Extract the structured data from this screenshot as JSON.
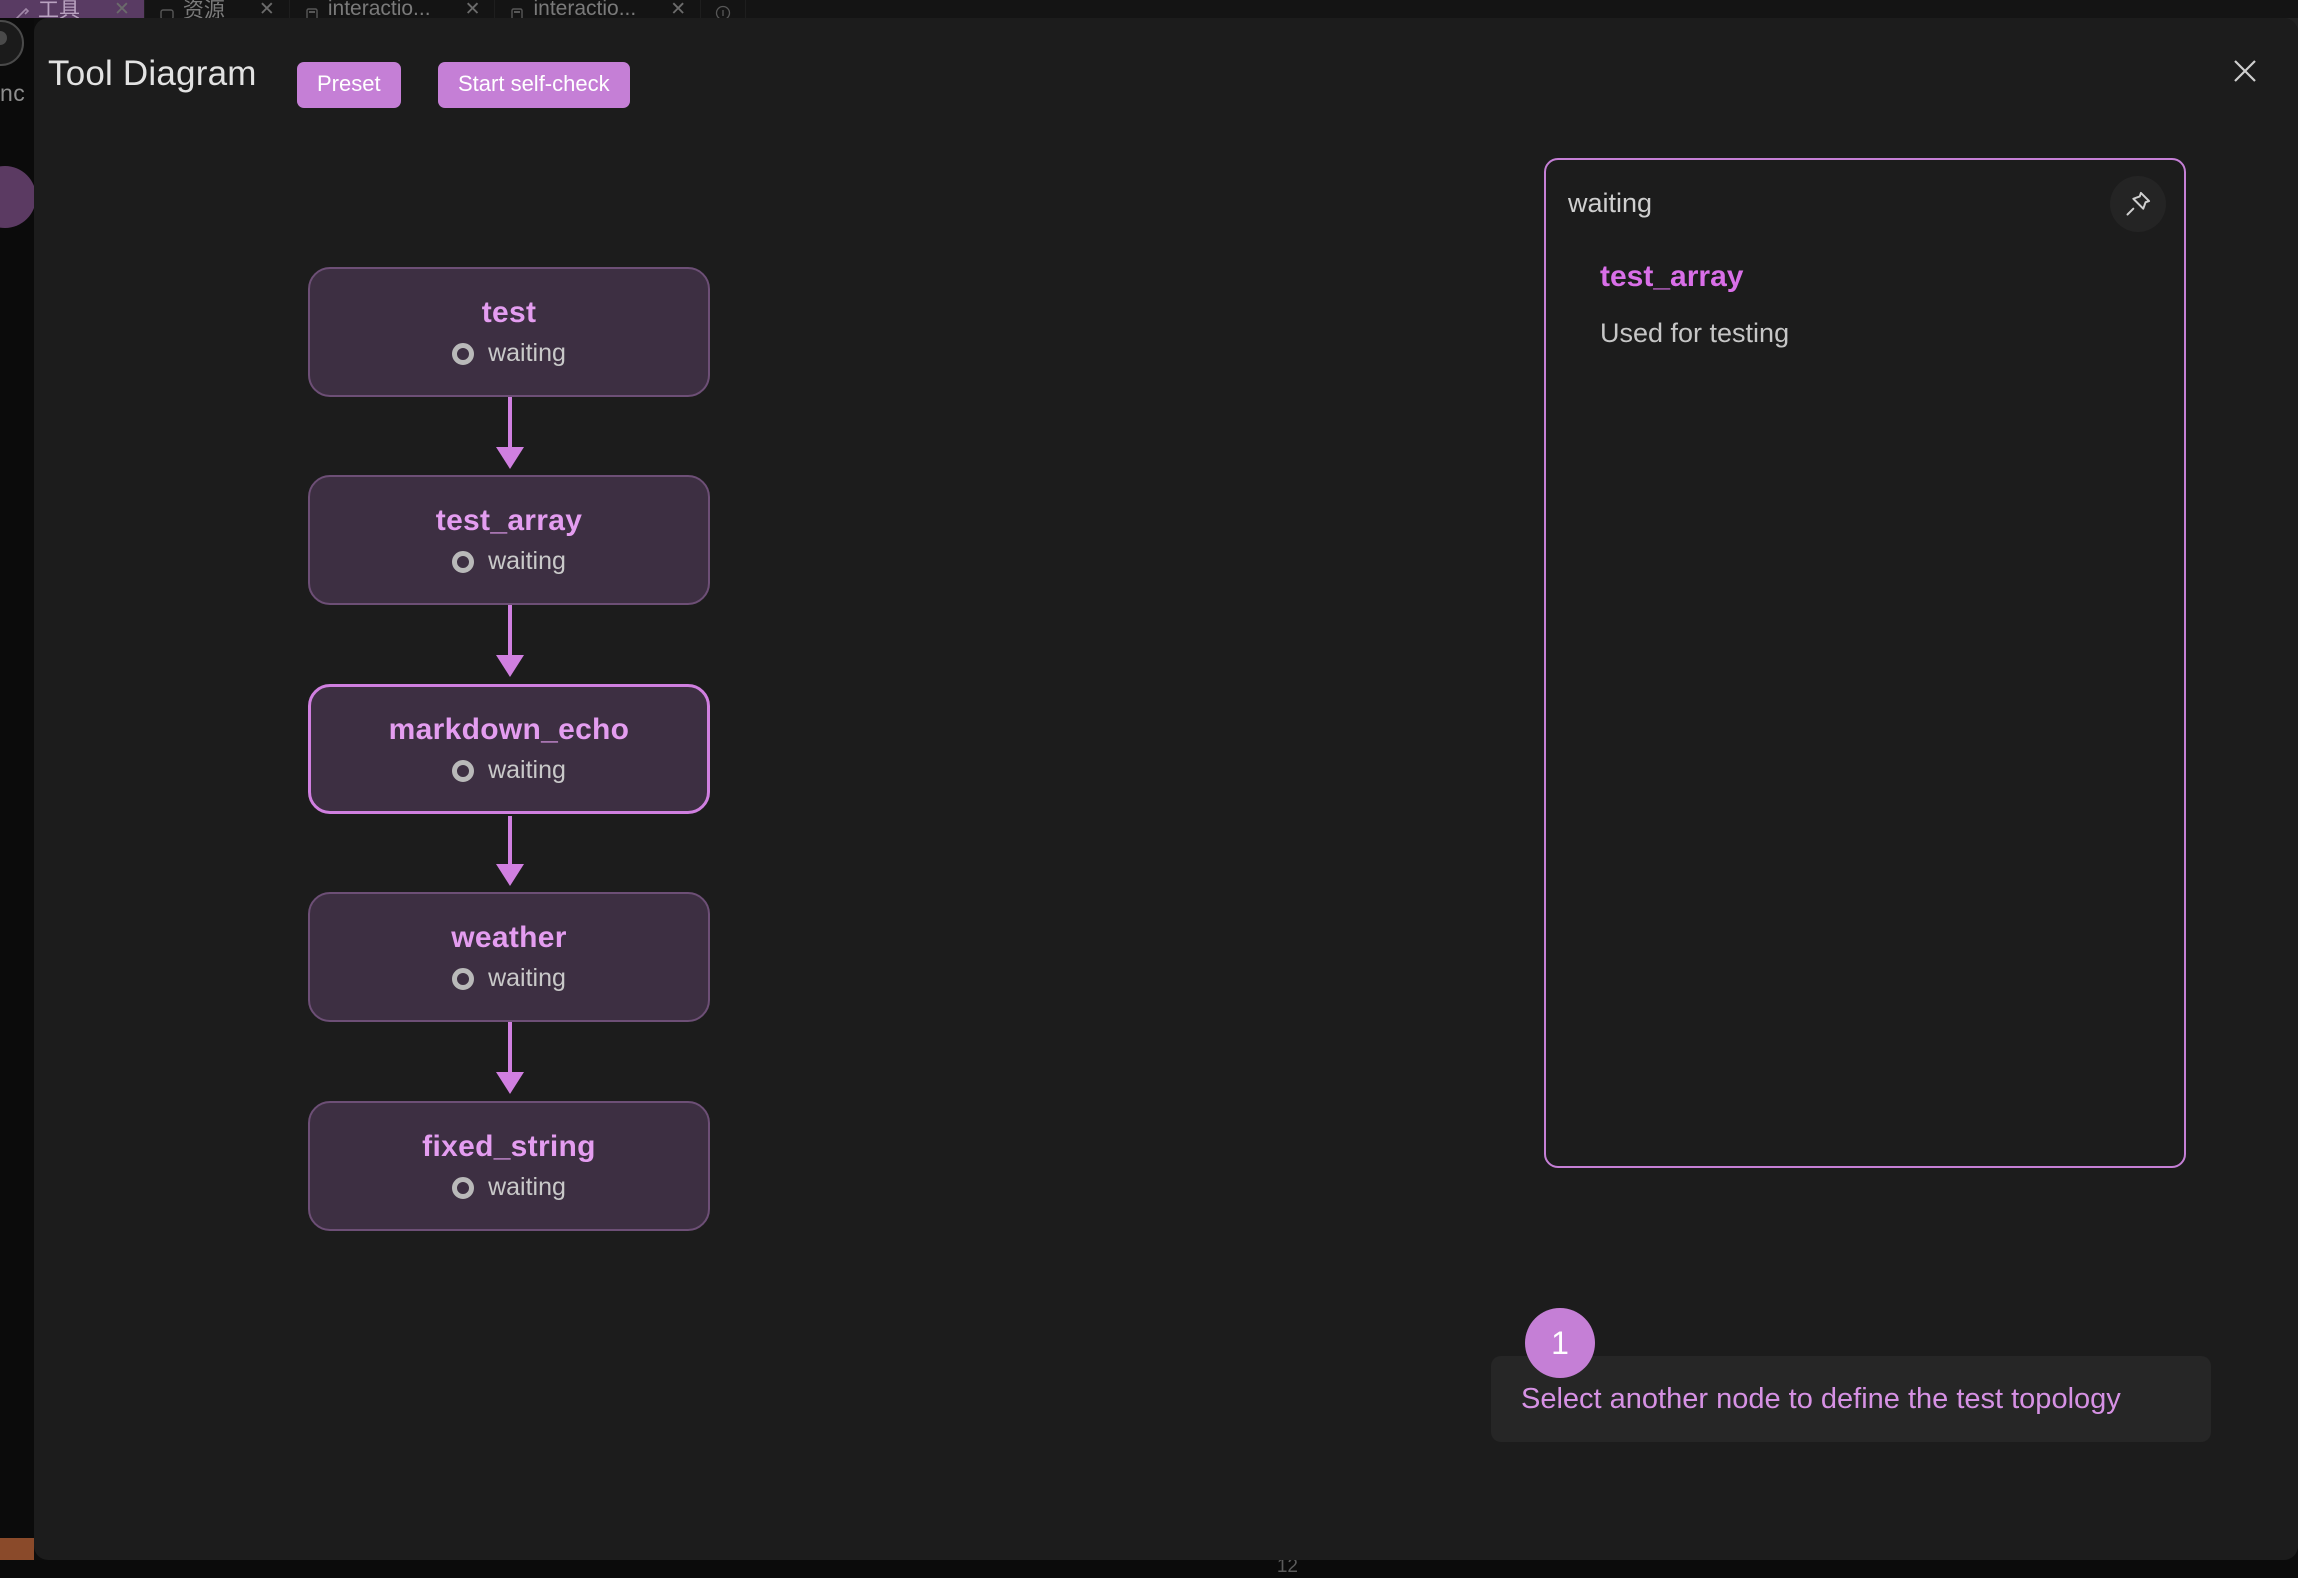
{
  "browser": {
    "tabs": [
      {
        "label": "工具",
        "icon": "wrench-icon",
        "close": "✕",
        "active": true
      },
      {
        "label": "资源",
        "icon": "resource-icon",
        "close": "✕",
        "active": false
      },
      {
        "label": "interactio...",
        "icon": "window-icon",
        "close": "✕",
        "active": false
      },
      {
        "label": "interactio...",
        "icon": "window-icon",
        "close": "✕",
        "active": false
      }
    ],
    "info_icon": "info-icon",
    "rail_text": "nc",
    "bottom_number": "12"
  },
  "header": {
    "title": "Tool Diagram",
    "preset_label": "Preset",
    "self_check_label": "Start self-check",
    "close_icon": "close-icon",
    "accent": "#c57fd6"
  },
  "graph": {
    "nodes": [
      {
        "name": "test",
        "status": "waiting",
        "selected": false
      },
      {
        "name": "test_array",
        "status": "waiting",
        "selected": false
      },
      {
        "name": "markdown_echo",
        "status": "waiting",
        "selected": true
      },
      {
        "name": "weather",
        "status": "waiting",
        "selected": false
      },
      {
        "name": "fixed_string",
        "status": "waiting",
        "selected": false
      }
    ],
    "edges": [
      {
        "from": "test",
        "to": "test_array"
      },
      {
        "from": "test_array",
        "to": "markdown_echo"
      },
      {
        "from": "markdown_echo",
        "to": "weather"
      },
      {
        "from": "weather",
        "to": "fixed_string"
      }
    ],
    "node_fill": "#3d2f42",
    "node_border": "#6d4f76",
    "selected_border": "#d07fe0",
    "edge_color": "#d07fe0",
    "title_color": "#e49df0"
  },
  "detail_panel": {
    "status": "waiting",
    "pin_icon": "pin-icon",
    "name": "test_array",
    "description": "Used for testing",
    "border_color": "#c57fd6"
  },
  "toast": {
    "badge": "1",
    "message": "Select another node to define the test topology",
    "badge_color": "#c57fd6",
    "text_color": "#d691e4"
  }
}
